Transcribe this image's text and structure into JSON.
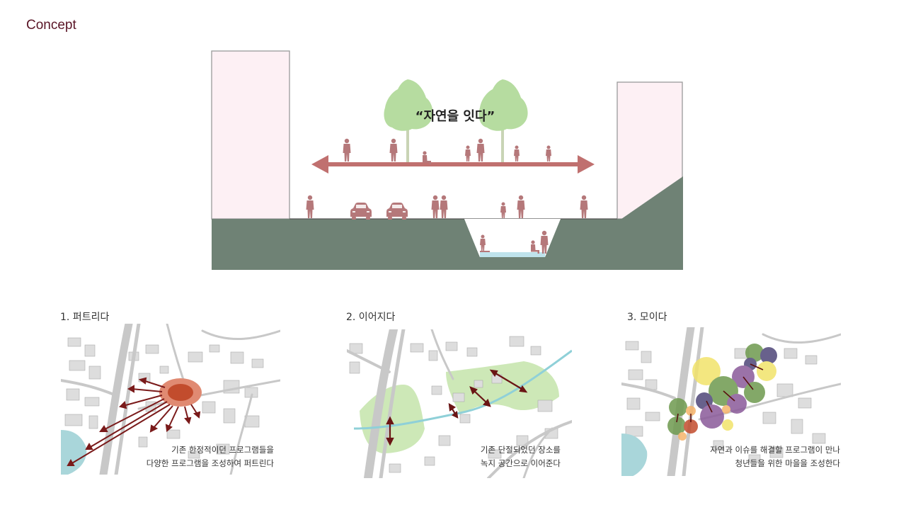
{
  "page": {
    "title": "Concept"
  },
  "section": {
    "slogan": "“자연을 잇다”",
    "colors": {
      "building": "#fdf0f4",
      "ground": "#6f8275",
      "figure": "#b5787a",
      "tree": "#b6dca0",
      "arrow": "#c0706f",
      "water": "#bfe3ec"
    }
  },
  "panels": [
    {
      "label": "1. 퍼트리다",
      "caption": [
        "기존 한정적이던 프로그램들을",
        "다양한 프로그램을 조성하여 퍼트린다"
      ]
    },
    {
      "label": "2. 이어지다",
      "caption": [
        "기존 단절되었던 장소를",
        "녹지 공간으로 이어준다"
      ]
    },
    {
      "label": "3. 모이다",
      "caption": [
        "자연과 이슈를 해결할 프로그램이 만나",
        "청년들을 위한 마을을 조성한다"
      ]
    }
  ]
}
